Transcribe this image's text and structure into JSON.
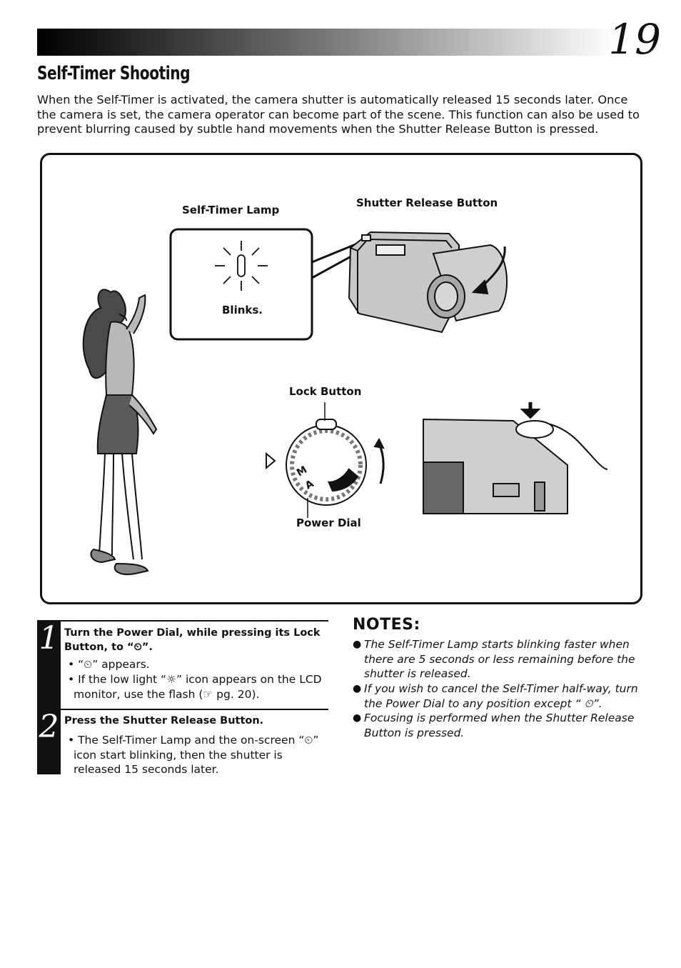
{
  "page": {
    "number": "19",
    "title": "Self-Timer Shooting",
    "intro": "When the Self-Timer is activated, the camera shutter is automatically released 15 seconds later. Once the camera is set, the camera operator can become part of the scene. This function can also be used to prevent blurring caused by subtle hand movements when the Shutter Release Button is pressed."
  },
  "figure": {
    "labels": {
      "self_timer_lamp": "Self-Timer Lamp",
      "shutter_release_button": "Shutter Release Button",
      "blinks": "Blinks.",
      "lock_button": "Lock Button",
      "power_dial": "Power Dial",
      "dial_m": "M",
      "dial_a": "A"
    }
  },
  "steps": [
    {
      "number": "1",
      "heading": "Turn the Power Dial, while pressing its Lock Button, to “⏲”.",
      "bullets": [
        "• “⏲” appears.",
        "• If the low light “☼” icon appears on the LCD monitor, use the flash (☞ pg. 20)."
      ]
    },
    {
      "number": "2",
      "heading": "Press the Shutter Release Button.",
      "bullets": [
        "• The Self-Timer Lamp and the on-screen “⏲” icon start blinking, then the shutter is released 15 seconds later."
      ]
    }
  ],
  "notes": {
    "title": "NOTES:",
    "bullet_symbol": "●",
    "items": [
      "The Self-Timer Lamp starts blinking faster when there are 5 seconds or less remaining before the shutter is released.",
      "If you wish to cancel the Self-Timer half-way, turn the Power Dial to any position except “ ⏲”.",
      "Focusing is performed when the Shutter Release Button is pressed."
    ]
  }
}
